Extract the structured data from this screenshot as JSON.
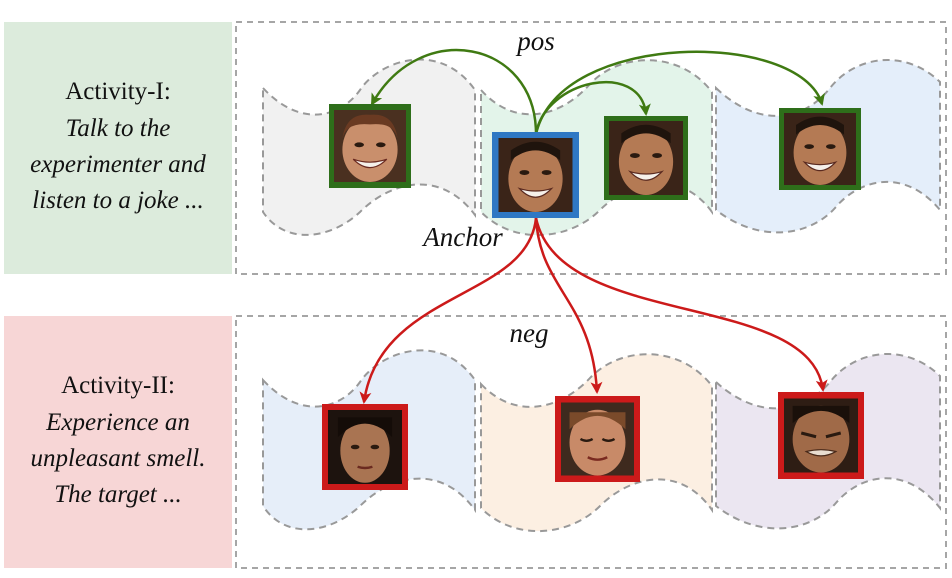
{
  "activity1": {
    "title": "Activity-I:",
    "lines": [
      "Talk to the",
      "experimenter and",
      "listen to a joke ..."
    ],
    "color": "#dcebdc"
  },
  "activity2": {
    "title": "Activity-II:",
    "lines": [
      "Experience an",
      "unpleasant smell.",
      "The target ..."
    ],
    "color": "#f7d6d6"
  },
  "labels": {
    "pos": "pos",
    "neg": "neg",
    "anchor": "Anchor"
  },
  "colors": {
    "anchor_border": "#2f78c4",
    "pos_border": "#2e6e1a",
    "neg_border": "#cc1a1a",
    "pos_arrow": "#3f7a12",
    "neg_arrow": "#cc1a1a",
    "dashed": "#a6a6a6"
  },
  "faces": {
    "anchor": "smiling-face",
    "positives": [
      "smiling-face",
      "laughing-face",
      "smiling-face"
    ],
    "negatives": [
      "neutral-face",
      "eyes-closed-face",
      "grimacing-face"
    ]
  }
}
